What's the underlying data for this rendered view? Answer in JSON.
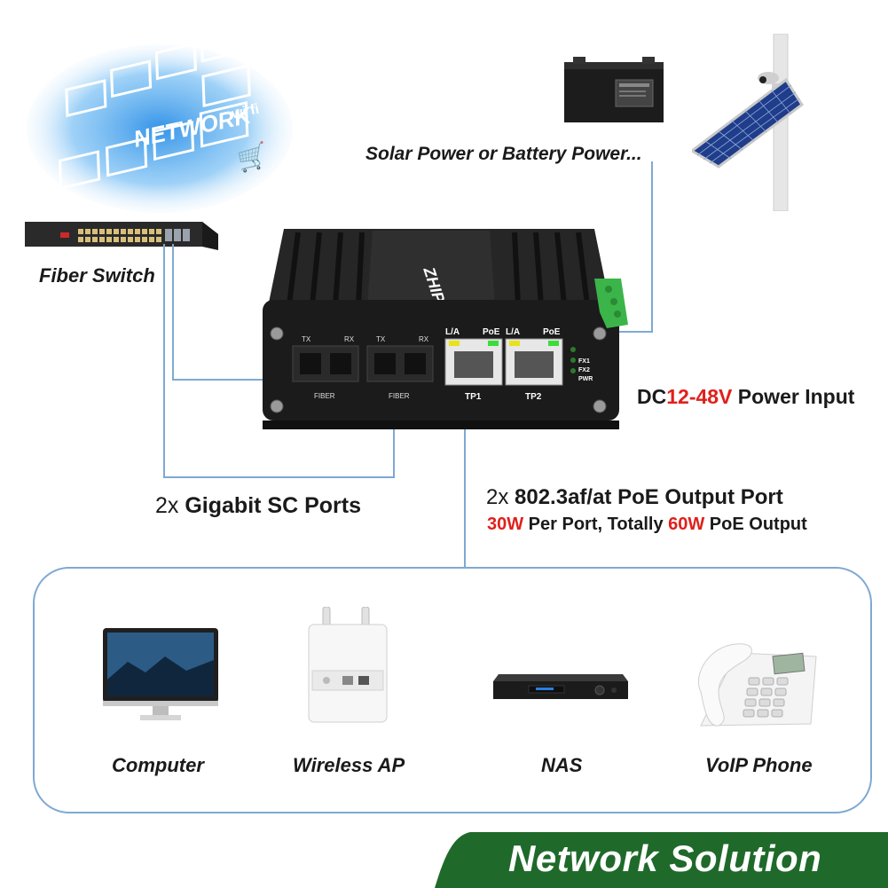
{
  "network_graphic": {
    "title": "NETWORK",
    "wifi_text": "wi fi"
  },
  "labels": {
    "fiber_switch": "Fiber Switch",
    "solar_power": "Solar Power or Battery Power...",
    "dc_power_prefix": "DC",
    "dc_power_range": "12-48V",
    "dc_power_suffix": " Power Input",
    "sc_ports_qty": "2x ",
    "sc_ports_text": "Gigabit SC Ports",
    "poe_ports_qty": "2x ",
    "poe_ports_text": "802.3af/at PoE Output Port",
    "poe_per_port_value": "30W",
    "poe_per_port_text": " Per Port, Totally ",
    "poe_total_value": "60W",
    "poe_total_text": " PoE Output"
  },
  "device": {
    "brand": "ZHIPU",
    "tx": "TX",
    "rx": "RX",
    "fiber": "FIBER",
    "la": "L/A",
    "poe": "PoE",
    "tp1": "TP1",
    "tp2": "TP2",
    "fx1": "FX1",
    "fx2": "FX2",
    "pwr": "PWR"
  },
  "endpoints": [
    {
      "name": "Computer"
    },
    {
      "name": "Wireless AP"
    },
    {
      "name": "NAS"
    },
    {
      "name": "VoIP Phone"
    }
  ],
  "banner": {
    "title": "Network Solution"
  },
  "colors": {
    "accent_red": "#e0201b",
    "line_blue": "#7fa9d3",
    "banner_green": "#1f6a2a",
    "terminal_green": "#3bb54a"
  }
}
